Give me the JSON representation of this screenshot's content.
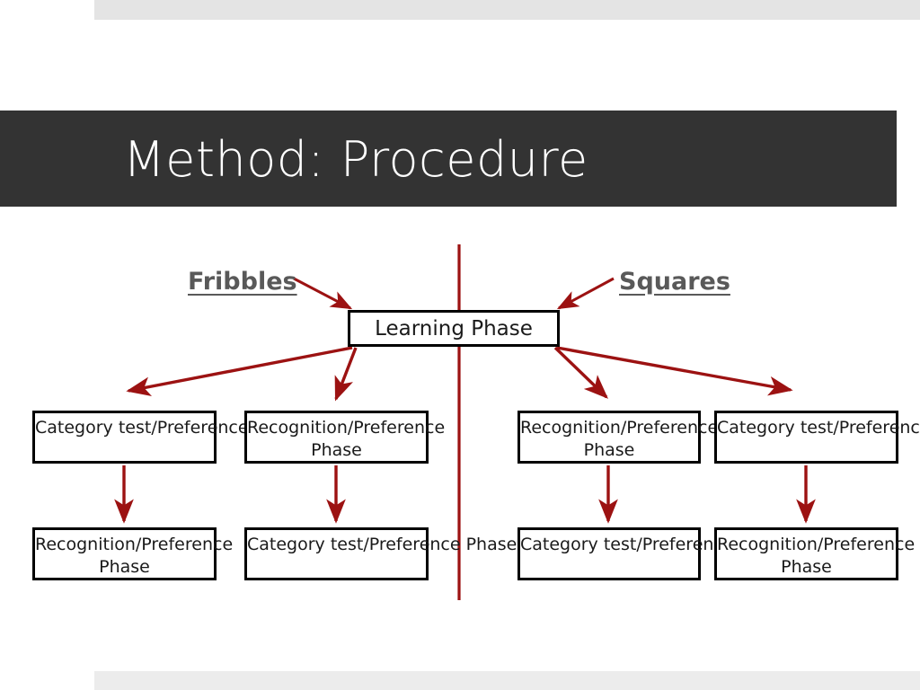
{
  "slide": {
    "title": "Method: Procedure",
    "accent_red": "#9c1212",
    "title_bar_color": "#333333",
    "group_label_color": "#595959",
    "band_color": "#e4e4e4"
  },
  "diagram": {
    "type": "flowchart",
    "groups": [
      {
        "id": "fribbles",
        "label": "Fribbles"
      },
      {
        "id": "squares",
        "label": "Squares"
      }
    ],
    "root": {
      "id": "learning-phase",
      "label": "Learning Phase"
    },
    "columns": [
      {
        "id": "col-1",
        "group": "fribbles",
        "steps": [
          "Category test/Preference Phase",
          "Recognition/Preference Phase"
        ]
      },
      {
        "id": "col-2",
        "group": "fribbles",
        "steps": [
          "Recognition/Preference Phase",
          "Category test/Preference Phase"
        ]
      },
      {
        "id": "col-3",
        "group": "squares",
        "steps": [
          "Recognition/Preference Phase",
          "Category test/Preference Phase"
        ]
      },
      {
        "id": "col-4",
        "group": "squares",
        "steps": [
          "Category test/Preference Phase",
          "Recognition/Preference Phase"
        ]
      }
    ],
    "divider": {
      "orientation": "vertical",
      "label": "group-divider"
    }
  }
}
